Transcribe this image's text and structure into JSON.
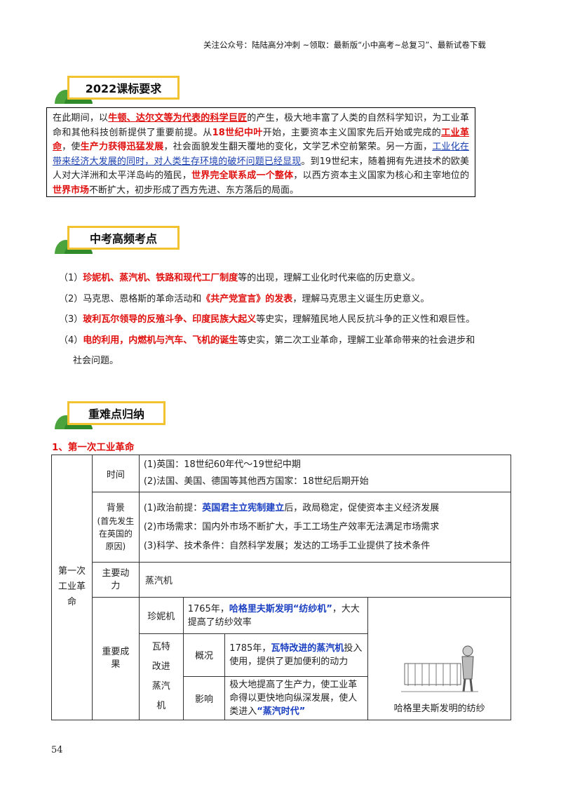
{
  "header": {
    "text": "关注公众号：陆陆高分冲刺  ~领取：最新版“小中高考~总复习”、最新试卷下载"
  },
  "badges": {
    "b1": "2022课标要求",
    "b2": "中考高频考点",
    "b3": "重难点归纳"
  },
  "intro": {
    "s1": "在此期间，以",
    "r1": "牛顿、达尔文等为代表的科学巨匠",
    "s2": "的产生，极大地丰富了人类的自然科学知识，为工业革命和其他科技创新提供了重要前提。从",
    "r2": "18世纪中叶",
    "s3": "开始，主要资本主义国家先后开始或完成的",
    "r3": "工业革命",
    "s4": "，使",
    "r4": "生产力获得迅猛发展",
    "s5": "，社会面貌发生翻天覆地的变化，文学艺术空前繁荣。另一方面，",
    "b1": "工业化在带来经济大发展的同时，对人类生存环境的破坏问题已经显现",
    "s6": "。到19世纪末，随着拥有先进技术的欧美人对大洋洲和太平洋岛屿的殖民，",
    "r5": "世界完全联系成一个整体",
    "s7": "，以西方资本主义国家为核心和主宰地位的",
    "r6": "世界市场",
    "s8": "不断扩大，初步形成了西方先进、东方落后的局面。"
  },
  "points": [
    {
      "num": "（1）",
      "red": "珍妮机、蒸汽机、铁路和现代工厂制度",
      "rest": "等的出现，理解工业化时代来临的历史意义。"
    },
    {
      "num": "（2）",
      "pre": "马克思、恩格斯的革命活动和",
      "red": "《共产党宣言》的发表",
      "rest": "，理解马克思主义诞生历史意义。"
    },
    {
      "num": "（3）",
      "red": "玻利瓦尔领导的反殖斗争、印度民族大起义",
      "rest": "等史实，理解殖民地人民反抗斗争的正义性和艰巨性。"
    },
    {
      "num": "（4）",
      "red": "电的利用，内燃机与汽车、飞机的诞生",
      "rest": "等史实，第二次工业革命，理解工业革命带来的社会进步和",
      "cont": "社会问题。"
    }
  ],
  "section1": {
    "title": "1、第一次工业革命"
  },
  "table": {
    "row_head": "第一次工业革命",
    "time_label": "时间",
    "time_1": "(1)英国：18世纪60年代～19世纪中期",
    "time_2": "(2)法国、美国、德国等其他西方国家：18世纪后期开始",
    "bg_label": "背景",
    "bg_sub": "(首先发生在英国的原因)",
    "bg_1_pre": "(1)政治前提：",
    "bg_1_hl": "英国君主立宪制建立",
    "bg_1_post": "后，政局稳定，促使资本主义经济发展",
    "bg_2": "(2)市场需求：国内外市场不断扩大，手工工场生产效率无法满足市场需求",
    "bg_3": "(3)科学、技术条件：自然科学发展；发达的工场手工业提供了技术条件",
    "power_label": "主要动力",
    "power_val": "蒸汽机",
    "ach_label": "重要成果",
    "jenny_label": "珍妮机",
    "jenny_pre": "1765年，",
    "jenny_hl": "哈格里夫斯发明“纺纱机”",
    "jenny_post": "，大大提高了纺纱效率",
    "watt_label": "瓦特改进蒸汽机",
    "overview_label": "概况",
    "overview_pre": "1785年，",
    "overview_hl": "瓦特改进的蒸汽机",
    "overview_post": "投入使用，提供了更加便利的动力",
    "impact_label": "影响",
    "impact_pre": "极大地提高了生产力，使工业革命得以更快地向纵深发展，使人类进入",
    "impact_hl": "“蒸汽时代”",
    "img_caption": "哈格里夫斯发明的纺纱"
  },
  "page_number": "54"
}
